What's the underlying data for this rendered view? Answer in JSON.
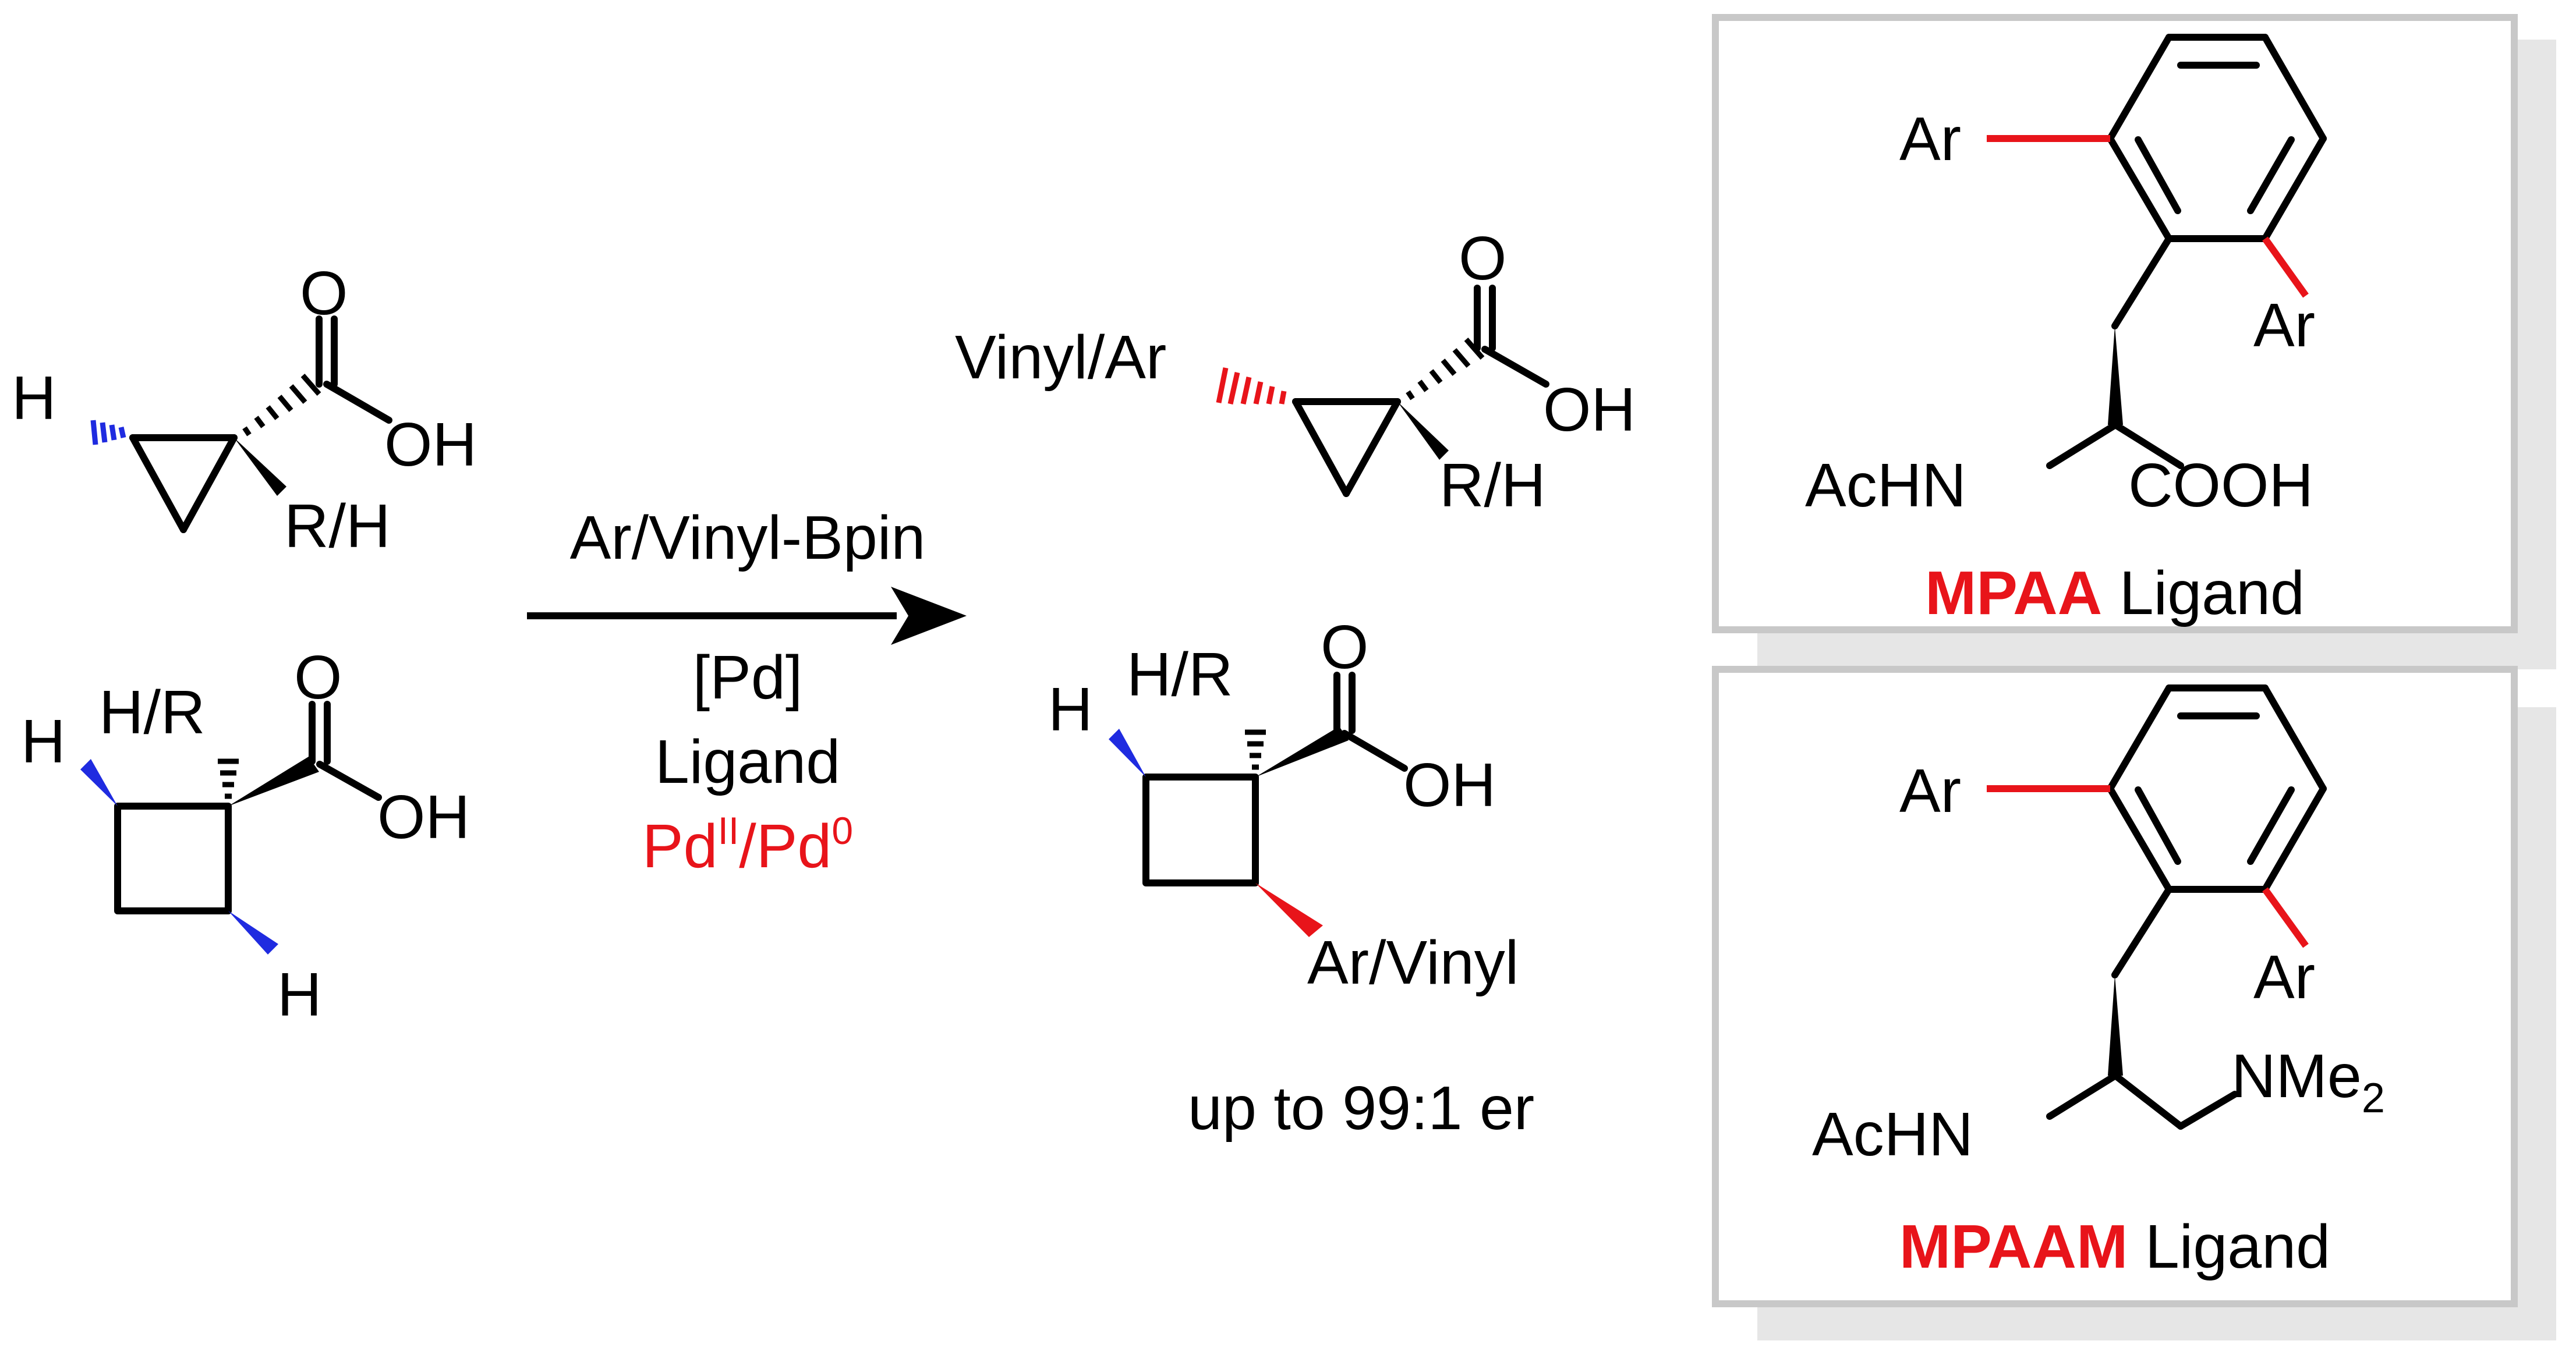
{
  "substrates": {
    "cyclopropane": {
      "O": "O",
      "OH": "OH",
      "H": "H",
      "RH": "R/H"
    },
    "cyclobutane": {
      "O": "O",
      "OH": "OH",
      "H_top": "H",
      "H_bottom": "H",
      "HR": "H/R"
    }
  },
  "conditions": {
    "reagent": "Ar/Vinyl-Bpin",
    "catalyst": "[Pd]",
    "ligand": "Ligand",
    "cycle_pd": "Pd",
    "cycle_ox1": "II",
    "cycle_slash": "/Pd",
    "cycle_ox2": "0"
  },
  "products": {
    "cyclopropane": {
      "O": "O",
      "OH": "OH",
      "substituent": "Vinyl/Ar",
      "RH": "R/H"
    },
    "cyclobutane": {
      "O": "O",
      "OH": "OH",
      "H": "H",
      "HR": "H/R",
      "substituent": "Ar/Vinyl"
    },
    "selectivity": "up to 99:1 er"
  },
  "ligands": {
    "mpaa": {
      "ar_top": "Ar",
      "ar_right": "Ar",
      "achn": "AcHN",
      "cooh": "COOH",
      "name": "MPAA",
      "suffix": "Ligand"
    },
    "mpaam": {
      "ar_top": "Ar",
      "ar_right": "Ar",
      "achn": "AcHN",
      "nme": "NMe",
      "nme_sub": "2",
      "name": "MPAAM",
      "suffix": "Ligand"
    }
  },
  "colors": {
    "highlight": "#e8141a",
    "directed_ch": "#1f2be0",
    "box_border": "#c8c8c8",
    "box_shadow": "#e6e6e6"
  }
}
